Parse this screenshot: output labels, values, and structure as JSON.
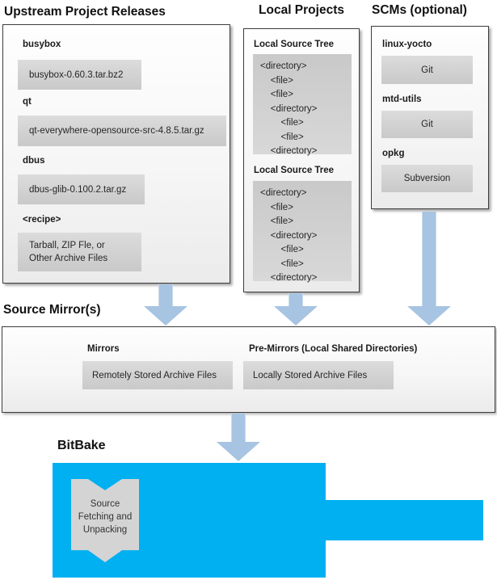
{
  "upstream": {
    "title": "Upstream Project Releases",
    "items": [
      {
        "label": "busybox",
        "file": "busybox-0.60.3.tar.bz2"
      },
      {
        "label": "qt",
        "file": "qt-everywhere-opensource-src-4.8.5.tar.gz"
      },
      {
        "label": "dbus",
        "file": "dbus-glib-0.100.2.tar.gz"
      },
      {
        "label": "<recipe>",
        "file": "Tarball, ZIP Fle, or\nOther Archive Files"
      }
    ]
  },
  "local_projects": {
    "title": "Local Projects",
    "trees": [
      {
        "heading": "Local Source Tree",
        "content": "<directory>\n    <file>\n    <file>\n    <directory>\n        <file>\n        <file>\n    <directory>"
      },
      {
        "heading": "Local Source Tree",
        "content": "<directory>\n    <file>\n    <file>\n    <directory>\n        <file>\n        <file>\n    <directory>"
      }
    ]
  },
  "scms": {
    "title": "SCMs (optional)",
    "items": [
      {
        "label": "linux-yocto",
        "scm": "Git"
      },
      {
        "label": "mtd-utils",
        "scm": "Git"
      },
      {
        "label": "opkg",
        "scm": "Subversion"
      }
    ]
  },
  "source_mirrors": {
    "title": "Source Mirror(s)",
    "mirrors_heading": "Mirrors",
    "mirrors_item": "Remotely Stored Archive Files",
    "premirrors_heading": "Pre-Mirrors (Local Shared Directories)",
    "premirrors_item": "Locally Stored Archive Files"
  },
  "bitbake": {
    "title": "BitBake",
    "process_label": "Source\nFetching and\nUnpacking"
  },
  "colors": {
    "bitbake_blue": "#00b0f0",
    "arrow_blue": "#a7c4e2",
    "item_gray": "#d0d0d0",
    "box_border": "#3d3d3d"
  }
}
